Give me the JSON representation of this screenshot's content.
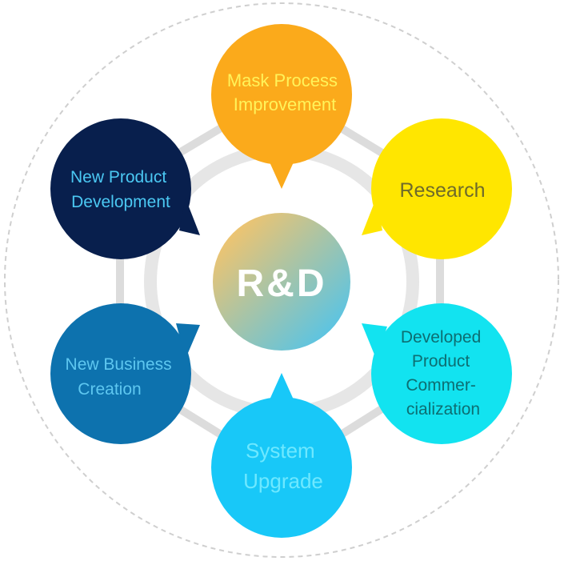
{
  "center": {
    "label": "R&D"
  },
  "nodes": [
    {
      "id": "mask",
      "lines": [
        "Mask Process",
        "Improvement"
      ],
      "bg": "#FBAA1B",
      "fg": "#FFF35A"
    },
    {
      "id": "research",
      "lines": [
        "Research"
      ],
      "bg": "#FFE600",
      "fg": "#6E6A2B"
    },
    {
      "id": "developed",
      "lines": [
        "Developed",
        "Product",
        "Commer-",
        "cialization"
      ],
      "bg": "#12E3F0",
      "fg": "#0D6E72"
    },
    {
      "id": "system",
      "lines": [
        "System",
        "Upgrade"
      ],
      "bg": "#18C8F8",
      "fg": "#6EE8FF"
    },
    {
      "id": "business",
      "lines": [
        "New Business",
        "Creation"
      ],
      "bg": "#0D72AE",
      "fg": "#5EC7F0"
    },
    {
      "id": "newproduct",
      "lines": [
        "New Product",
        "Development"
      ],
      "bg": "#081F4D",
      "fg": "#4BC8F3"
    }
  ],
  "colors": {
    "outer_dashed": "#CFCFCF",
    "ring": "#DCDCDC",
    "center_top": "#F6C46A",
    "center_bottom": "#4AC4F0",
    "center_text": "#FFFFFF"
  }
}
